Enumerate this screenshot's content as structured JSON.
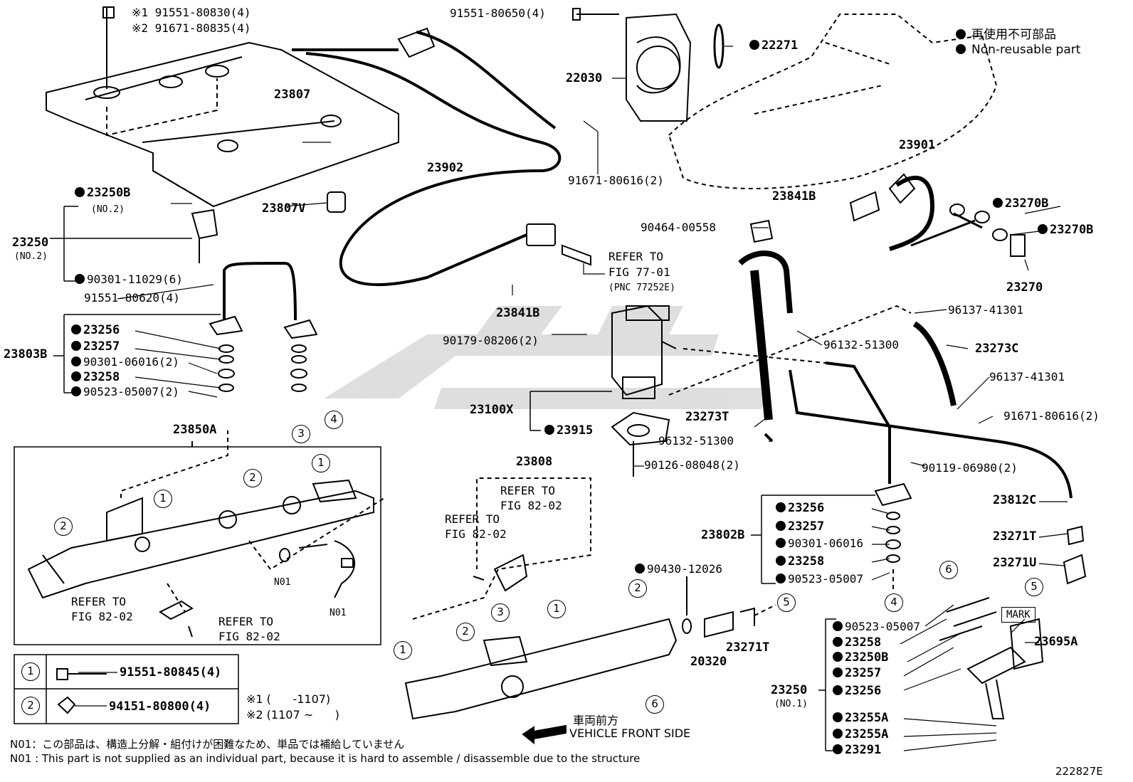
{
  "legend": {
    "jp": "再使用不可部品",
    "en": "Non-reusable part"
  },
  "labels": {
    "bolt_top_1": "※1 91551-80830(4)",
    "bolt_top_2": "※2 91671-80835(4)",
    "p91551_80650": "91551-80650(4)",
    "p22030": "22030",
    "p22271": "22271",
    "p23807": "23807",
    "p23807V": "23807V",
    "p23902": "23902",
    "p91671_80616a": "91671-80616(2)",
    "p23250B_top": "23250B",
    "no2_a": "(NO.2)",
    "p23250": "23250",
    "no2_b": "(NO.2)",
    "p90301_11029": "90301-11029(6)",
    "p91551_80620": "91551-80620(4)",
    "p23803B": "23803B",
    "p23256a": "23256",
    "p23257a": "23257",
    "p90301_06016a": "90301-06016(2)",
    "p23258a": "23258",
    "p90523_05007a": "90523-05007(2)",
    "p23850A": "23850A",
    "refer_77_1": "REFER TO",
    "refer_77_2": "FIG 77-01",
    "refer_77_3": "(PNC 77252E)",
    "p23841B_a": "23841B",
    "p90179_08206": "90179-08206(2)",
    "p23100X": "23100X",
    "p23915": "23915",
    "p90464_00558": "90464-00558",
    "p23841B_b": "23841B",
    "p23901": "23901",
    "p23270B_a": "23270B",
    "p23270B_b": "23270B",
    "p23270": "23270",
    "p96137_41301a": "96137-41301",
    "p96132_51300a": "96132-51300",
    "p23273C": "23273C",
    "p96137_41301b": "96137-41301",
    "p23273T": "23273T",
    "p96132_51300b": "96132-51300",
    "p91671_80616b": "91671-80616(2)",
    "p90126_08048": "90126-08048(2)",
    "p90119_06980": "90119-06980(2)",
    "p23808": "23808",
    "refer_82a_1": "REFER TO",
    "refer_82a_2": "FIG 82-02",
    "refer_82b_1": "REFER TO",
    "refer_82b_2": "FIG 82-02",
    "refer_82c_1": "REFER TO",
    "refer_82c_2": "FIG 82-02",
    "refer_82d_1": "REFER TO",
    "refer_82d_2": "FIG 82-02",
    "n01a": "N01",
    "n01b": "N01",
    "p23802B": "23802B",
    "p23256b": "23256",
    "p23257b": "23257",
    "p90301_06016b": "90301-06016",
    "p23258b": "23258",
    "p90523_05007b": "90523-05007",
    "p90430_12026": "90430-12026",
    "p20320": "20320",
    "p23271T_a": "23271T",
    "p23812C": "23812C",
    "p23271T_b": "23271T",
    "p23271U": "23271U",
    "mark": "MARK",
    "p23695A": "23695A",
    "p90523_05007c": "90523-05007",
    "p23258c": "23258",
    "p23250B_bot": "23250B",
    "p23257c": "23257",
    "p23256c": "23256",
    "p23250_bot": "23250",
    "no1": "(NO.1)",
    "p23255A_a": "23255A",
    "p23255A_b": "23255A",
    "p23291": "23291",
    "c1": "1",
    "c2": "2",
    "c3": "3",
    "c4": "4",
    "c5": "5",
    "c6": "6"
  },
  "key_table": {
    "row1_num": "1",
    "row1_part": "91551-80845(4)",
    "row2_num": "2",
    "row2_part": "94151-80800(4)"
  },
  "serial": {
    "s1": "※1 (      -1107)",
    "s2": "※2 (1107 ~      )"
  },
  "vehicle_front": {
    "jp": "車両前方",
    "en": "VEHICLE FRONT SIDE"
  },
  "notes": {
    "jp": "N01：この部品は、構造上分解・組付けが困難なため、単品では補給していません",
    "en": "N01 : This part is not supplied as an individual part, because it is hard to assemble / disassemble due to the structure"
  },
  "figure_id": "222827E"
}
